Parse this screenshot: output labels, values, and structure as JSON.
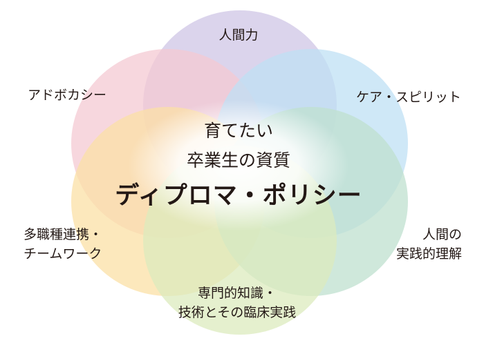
{
  "center": {
    "line1": "育てたい",
    "line2": "卒業生の資質",
    "title": "ディプロマ・ポリシー"
  },
  "qualities": [
    {
      "id": "top",
      "lines": [
        "人間力"
      ],
      "color": "#cfc6e6"
    },
    {
      "id": "upper-left",
      "lines": [
        "アドボカシー"
      ],
      "color": "#f4c9d3"
    },
    {
      "id": "upper-right",
      "lines": [
        "ケア・スピリット"
      ],
      "color": "#bfe0f4"
    },
    {
      "id": "lower-left",
      "lines": [
        "多職種連携・",
        "チームワーク"
      ],
      "color": "#fbe0a6"
    },
    {
      "id": "lower-right",
      "lines": [
        "人間の",
        "実践的理解"
      ],
      "color": "#bfe0cf"
    },
    {
      "id": "bottom",
      "lines": [
        "専門的知識・",
        "技術とその臨床実践"
      ],
      "color": "#dcebbd"
    }
  ]
}
